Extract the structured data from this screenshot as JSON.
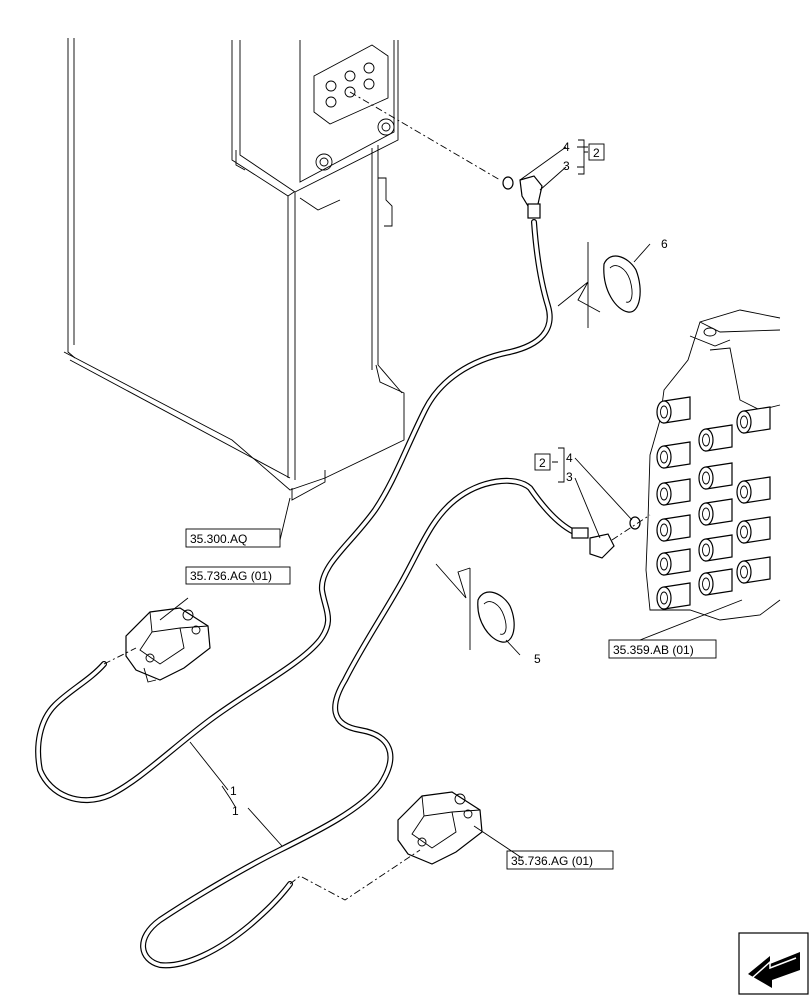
{
  "callouts": {
    "item_1_upper": "1",
    "item_1_lower": "1",
    "item_2_upper": "2",
    "item_2_lower": "2",
    "item_3_upper": "3",
    "item_3_lower": "3",
    "item_4_upper": "4",
    "item_4_lower": "4",
    "item_5": "5",
    "item_6": "6"
  },
  "references": {
    "frame": "35.300.AQ",
    "valve_top": "35.736.AG (01)",
    "valve_bottom": "35.736.AG (01)",
    "control_valve": "35.359.AB (01)"
  },
  "nav": {
    "arrow_icon": "back-arrow-icon"
  }
}
